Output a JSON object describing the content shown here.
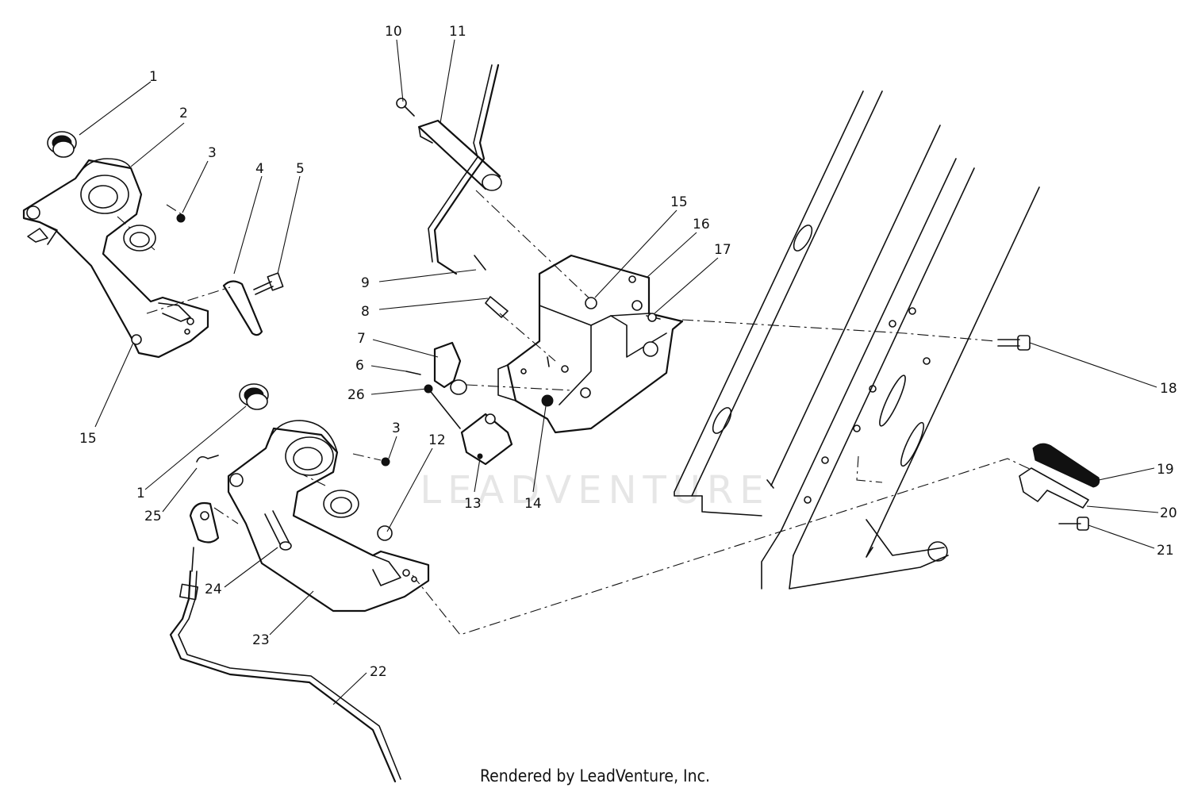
{
  "watermark": "LEADVENTURE",
  "credit": "Rendered by LeadVenture, Inc.",
  "callouts": [
    "1",
    "2",
    "3",
    "4",
    "5",
    "15",
    "10",
    "11",
    "15",
    "16",
    "17",
    "9",
    "8",
    "7",
    "6",
    "26",
    "3",
    "12",
    "13",
    "14",
    "18",
    "19",
    "20",
    "21",
    "1",
    "25",
    "24",
    "23",
    "22"
  ]
}
